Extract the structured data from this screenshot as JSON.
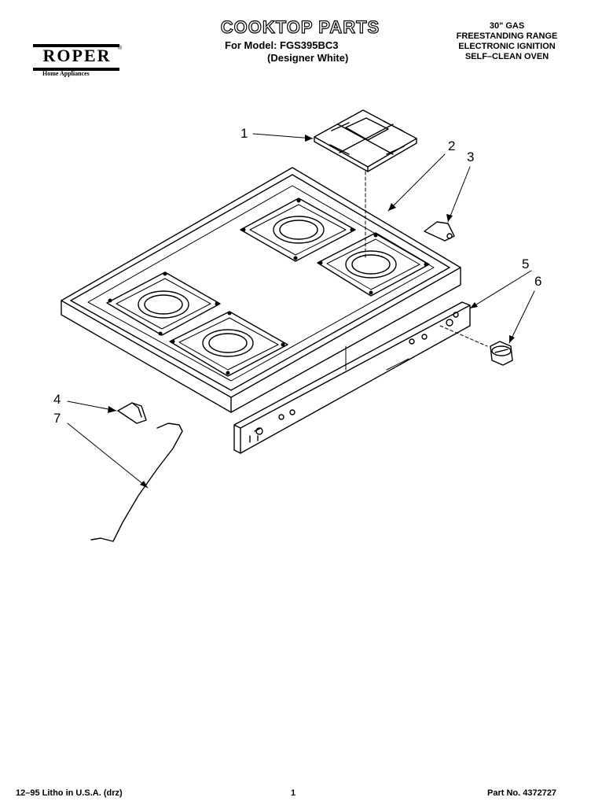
{
  "brand": {
    "name": "ROPER",
    "tm": "®",
    "subtitle": "Home Appliances"
  },
  "header": {
    "title": "COOKTOP PARTS",
    "model_line": "For Model: FGS395BC3",
    "color_line": "(Designer White)",
    "spec_lines": [
      "30\" GAS",
      "FREESTANDING RANGE",
      "ELECTRONIC IGNITION",
      "SELF–CLEAN OVEN"
    ]
  },
  "callouts": [
    "1",
    "2",
    "3",
    "4",
    "5",
    "6",
    "7"
  ],
  "footer": {
    "left": "12–95 Litho in U.S.A. (drz)",
    "center": "1",
    "right": "Part No. 4372727"
  }
}
